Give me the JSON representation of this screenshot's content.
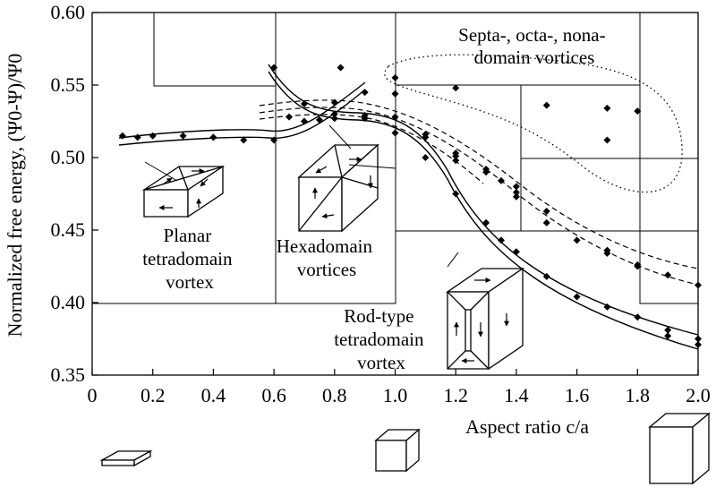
{
  "chart_data": {
    "type": "scatter",
    "title": "",
    "xlabel": "Aspect ratio c/a",
    "ylabel": "Normalized free energy, (Ψ0-Ψ)/Ψ0",
    "xlim": [
      0,
      2.0
    ],
    "ylim": [
      0.35,
      0.6
    ],
    "x_ticks": [
      "0",
      "0.2",
      "0.4",
      "0.6",
      "0.8",
      "1.0",
      "1.2",
      "1.4",
      "1.6",
      "1.8",
      "2.0"
    ],
    "y_ticks": [
      "0.35",
      "0.40",
      "0.45",
      "0.50",
      "0.55",
      "0.60"
    ],
    "annotations": {
      "planar": [
        "Planar",
        "tetradomain",
        "vortex"
      ],
      "hexa": [
        "Hexadomain",
        "vortices"
      ],
      "rod": [
        "Rod-type",
        "tetradomain",
        "vortex"
      ],
      "septa": [
        "Septa-, octa-, nona-",
        "domain vortices"
      ]
    },
    "series": [
      {
        "marker": "diamond",
        "points": [
          [
            0.1,
            0.515
          ],
          [
            0.15,
            0.514
          ],
          [
            0.2,
            0.515
          ],
          [
            0.3,
            0.515
          ],
          [
            0.4,
            0.514
          ],
          [
            0.5,
            0.512
          ],
          [
            0.6,
            0.512
          ],
          [
            0.6,
            0.562
          ],
          [
            0.65,
            0.528
          ],
          [
            0.7,
            0.525
          ],
          [
            0.7,
            0.537
          ],
          [
            0.75,
            0.526
          ],
          [
            0.8,
            0.527
          ],
          [
            0.8,
            0.53
          ],
          [
            0.8,
            0.538
          ],
          [
            0.82,
            0.562
          ],
          [
            0.9,
            0.527
          ],
          [
            0.9,
            0.529
          ],
          [
            0.9,
            0.545
          ],
          [
            1.0,
            0.555
          ],
          [
            1.0,
            0.544
          ],
          [
            1.0,
            0.528
          ],
          [
            1.0,
            0.517
          ],
          [
            1.1,
            0.516
          ],
          [
            1.1,
            0.514
          ],
          [
            1.1,
            0.5
          ],
          [
            1.2,
            0.548
          ],
          [
            1.2,
            0.503
          ],
          [
            1.2,
            0.501
          ],
          [
            1.2,
            0.498
          ],
          [
            1.2,
            0.475
          ],
          [
            1.3,
            0.492
          ],
          [
            1.3,
            0.49
          ],
          [
            1.3,
            0.455
          ],
          [
            1.35,
            0.484
          ],
          [
            1.35,
            0.443
          ],
          [
            1.4,
            0.48
          ],
          [
            1.4,
            0.476
          ],
          [
            1.4,
            0.473
          ],
          [
            1.4,
            0.435
          ],
          [
            1.5,
            0.536
          ],
          [
            1.5,
            0.463
          ],
          [
            1.5,
            0.455
          ],
          [
            1.5,
            0.418
          ],
          [
            1.6,
            0.443
          ],
          [
            1.6,
            0.404
          ],
          [
            1.7,
            0.534
          ],
          [
            1.7,
            0.512
          ],
          [
            1.7,
            0.436
          ],
          [
            1.7,
            0.434
          ],
          [
            1.7,
            0.397
          ],
          [
            1.8,
            0.532
          ],
          [
            1.8,
            0.426
          ],
          [
            1.8,
            0.425
          ],
          [
            1.8,
            0.39
          ],
          [
            1.9,
            0.419
          ],
          [
            1.9,
            0.381
          ],
          [
            1.9,
            0.377
          ],
          [
            2.0,
            0.412
          ],
          [
            2.0,
            0.375
          ],
          [
            2.0,
            0.371
          ]
        ]
      }
    ]
  }
}
